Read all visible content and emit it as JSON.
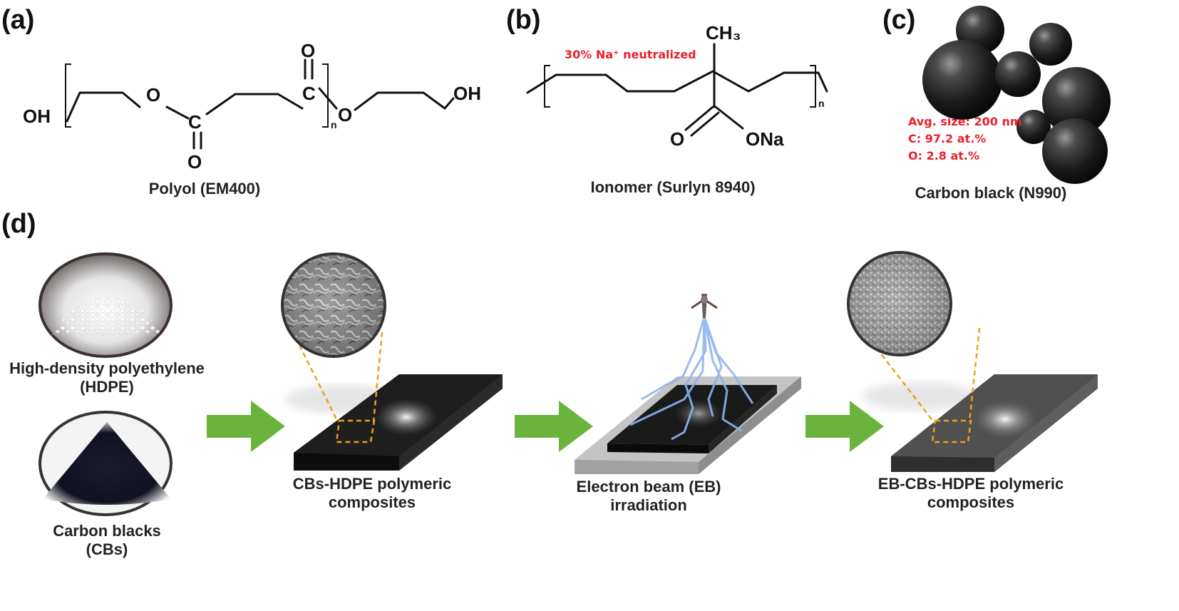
{
  "panels": {
    "a": {
      "letter": "(a)",
      "caption": "Polyol (EM400)",
      "oh_left": "OH",
      "oh_right": "OH",
      "o1": "O",
      "o_carbonyl1": "O",
      "c1": "C",
      "c2": "C",
      "o_carbonyl2": "O",
      "o2": "O",
      "n": "n"
    },
    "b": {
      "letter": "(b)",
      "caption": "Ionomer (Surlyn 8940)",
      "note": "30% Na⁺ neutralized",
      "ch3": "CH₃",
      "o_carbonyl": "O",
      "ona": "ONa",
      "n": "n"
    },
    "c": {
      "letter": "(c)",
      "caption": "Carbon black (N990)",
      "stats": [
        "Avg. size: 200 nm",
        "C: 97.2 at.%",
        "O: 2.8 at.%"
      ]
    },
    "d": {
      "letter": "(d)",
      "hdpe_caption": [
        "High-density polyethylene",
        "(HDPE)"
      ],
      "cb_caption": [
        "Carbon blacks",
        "(CBs)"
      ],
      "step1_caption": [
        "CBs-HDPE polymeric",
        "composites"
      ],
      "step2_caption": [
        "Electron beam (EB)",
        "irradiation"
      ],
      "step3_caption": [
        "EB-CBs-HDPE polymeric",
        "composites"
      ]
    }
  },
  "colors": {
    "arrow_green": "#6ab43e",
    "dash_orange": "#e8a21a",
    "note_red": "#e8202a",
    "beam_blue": "#8fb4ef"
  }
}
